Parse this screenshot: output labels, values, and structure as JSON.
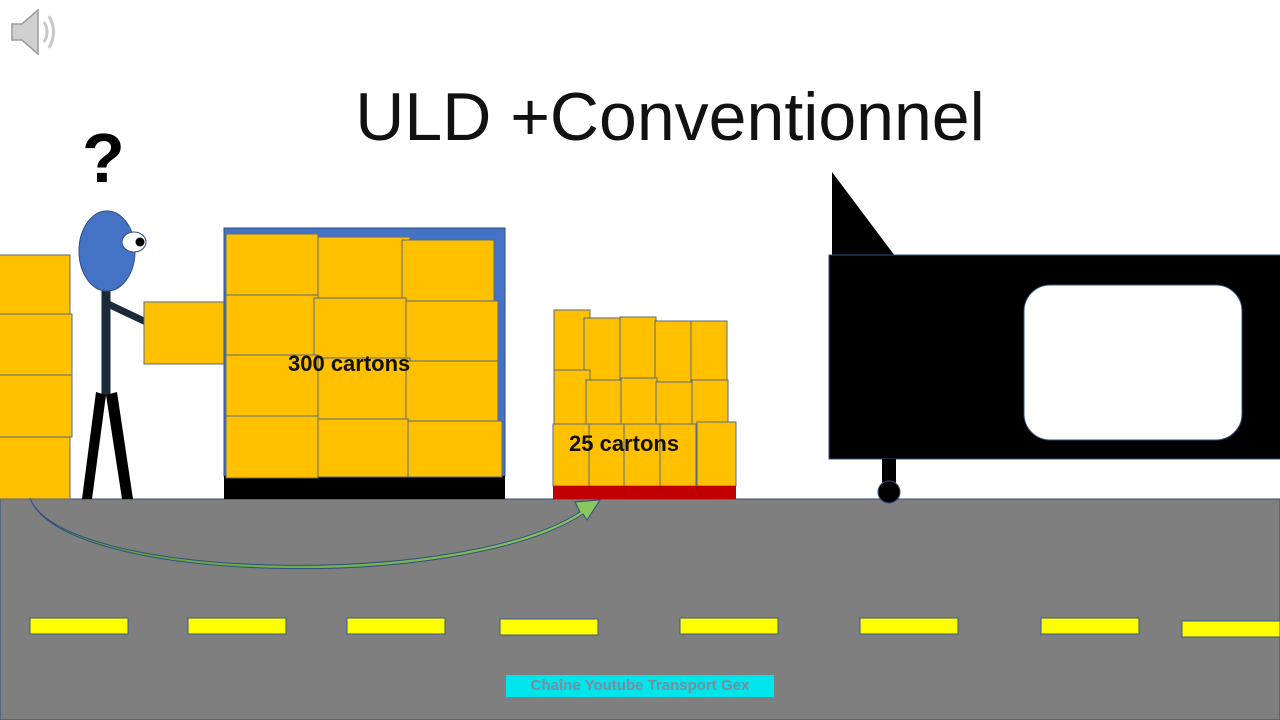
{
  "title": "ULD +Conventionnel",
  "question_mark": "?",
  "uld_label": "300 cartons",
  "pallet_label": "25 cartons",
  "credit": "Chaîne Youtube Transport Gex",
  "icons": {
    "audio": "speaker-muted-icon"
  },
  "colors": {
    "carton": "#ffc000",
    "road": "#7f7f7f",
    "lane_marking": "#ffff00",
    "uld_frame": "#4472c4",
    "pallet": "#c00000",
    "aircraft": "#000000",
    "head": "#4472c4",
    "arrow": "#70ad47",
    "credit_bg": "#00e5ea"
  }
}
